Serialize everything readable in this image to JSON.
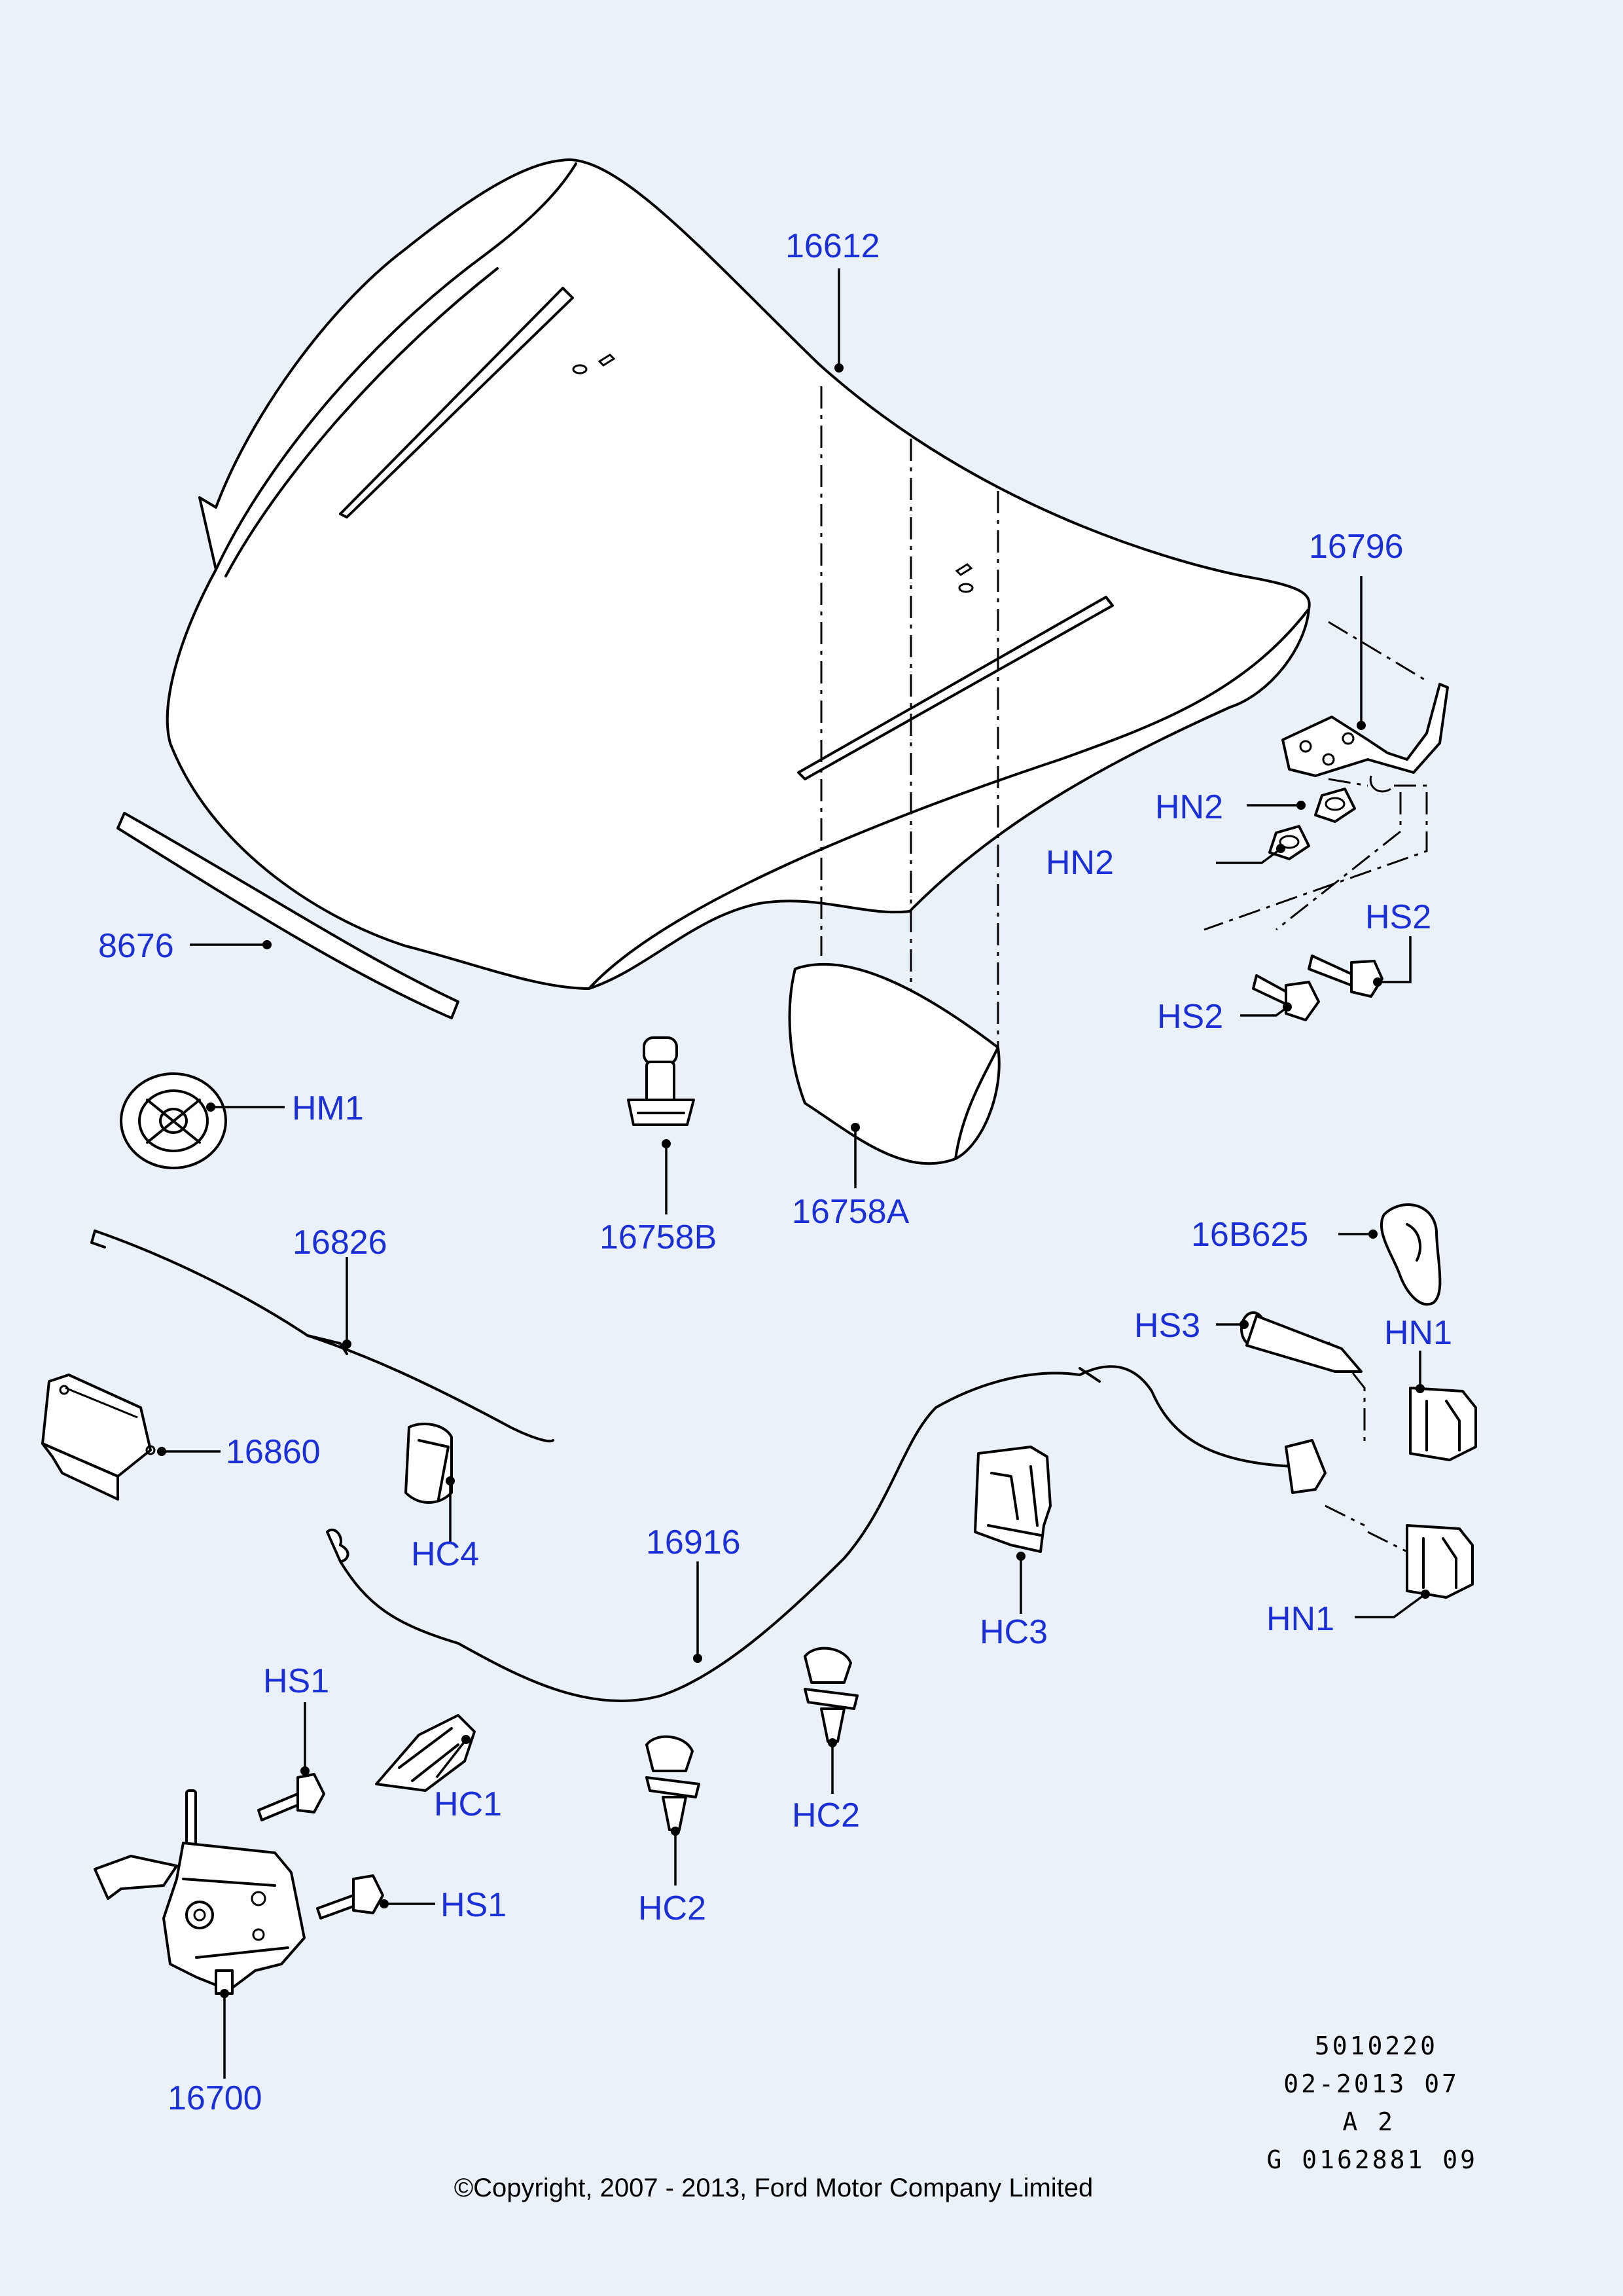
{
  "callouts": {
    "c16612": "16612",
    "c16796": "16796",
    "c8676": "8676",
    "cHN2a": "HN2",
    "cHN2b": "HN2",
    "cHS2a": "HS2",
    "cHS2b": "HS2",
    "cHM1": "HM1",
    "c16758B": "16758B",
    "c16758A": "16758A",
    "c16826": "16826",
    "c16B625": "16B625",
    "cHS3": "HS3",
    "cHN1a": "HN1",
    "cHN1b": "HN1",
    "c16860": "16860",
    "cHC4": "HC4",
    "c16916": "16916",
    "cHC3": "HC3",
    "cHS1a": "HS1",
    "cHS1b": "HS1",
    "cHC1": "HC1",
    "cHC2a": "HC2",
    "cHC2b": "HC2",
    "c16700": "16700"
  },
  "reference": {
    "line1": "5010220",
    "line2": "02-2013 07",
    "line3": "A 2",
    "line4": "G 0162881 09"
  },
  "copyright": "©Copyright, 2007 - 2013, Ford Motor Company Limited",
  "colors": {
    "background": "#ebf1f9",
    "label": "#1b2fd8",
    "line": "#000000"
  }
}
